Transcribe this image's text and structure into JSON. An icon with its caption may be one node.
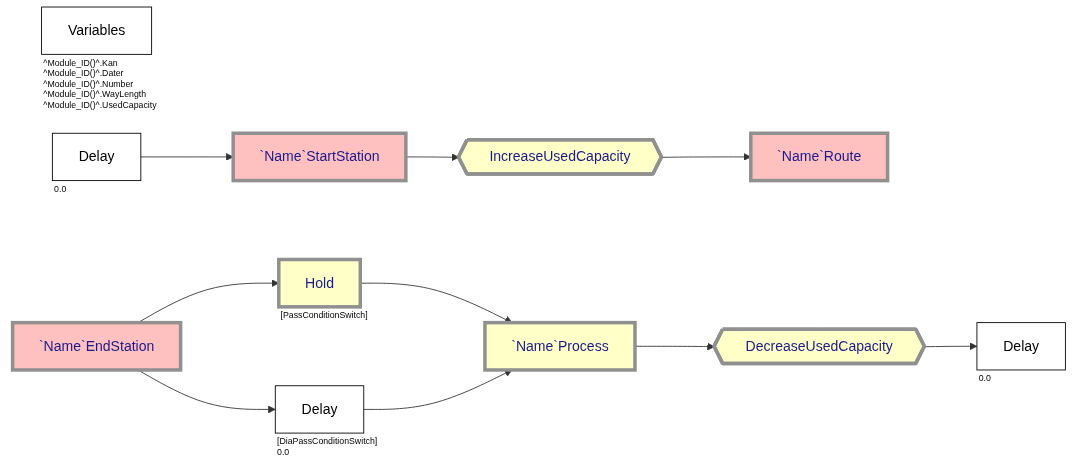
{
  "diagram": {
    "nodes": [
      {
        "text": [
          "Variables"
        ],
        "beside": [
          "^Module_ID()^.Kan",
          "^Module_ID()^.Dater",
          "^Module_ID()^.Number",
          "^Module_ID()^.WayLength",
          "^Module_ID()^.UsedCapacity"
        ]
      },
      {
        "text": [
          "Delay"
        ],
        "beside": [
          "0.0"
        ]
      },
      {
        "text": [
          "`Name`StartStation"
        ]
      },
      {
        "text": [
          "IncreaseUsedCapacity"
        ]
      },
      {
        "text": [
          "`Name`Route"
        ]
      },
      {
        "text": [
          "`Name`EndStation"
        ]
      },
      {
        "text": [
          "Hold"
        ],
        "beside": [
          "[PassConditionSwitch]"
        ]
      },
      {
        "text": [
          "Delay"
        ],
        "beside": [
          "[DiaPassConditionSwitch]",
          "0.0"
        ]
      },
      {
        "text": [
          "`Name`Process"
        ]
      },
      {
        "text": [
          "DecreaseUsedCapacity"
        ]
      },
      {
        "text": [
          "Delay"
        ],
        "beside": [
          "0.0"
        ]
      }
    ],
    "edges": [
      {
        "from": 1,
        "to": 2,
        "arrow": "to"
      },
      {
        "from": 2,
        "to": 3,
        "arrow": "to"
      },
      {
        "from": 3,
        "to": 4,
        "arrow": "to"
      },
      {
        "from": 5,
        "to": 6,
        "arrow": "to"
      },
      {
        "from": 5,
        "to": 7,
        "arrow": "to"
      },
      {
        "from": 6,
        "to": 8,
        "arrow": "to"
      },
      {
        "from": 7,
        "to": 8,
        "arrow": "to"
      },
      {
        "from": 8,
        "to": 9,
        "arrow": "to"
      },
      {
        "from": 9,
        "to": 10,
        "arrow": "to"
      }
    ]
  }
}
